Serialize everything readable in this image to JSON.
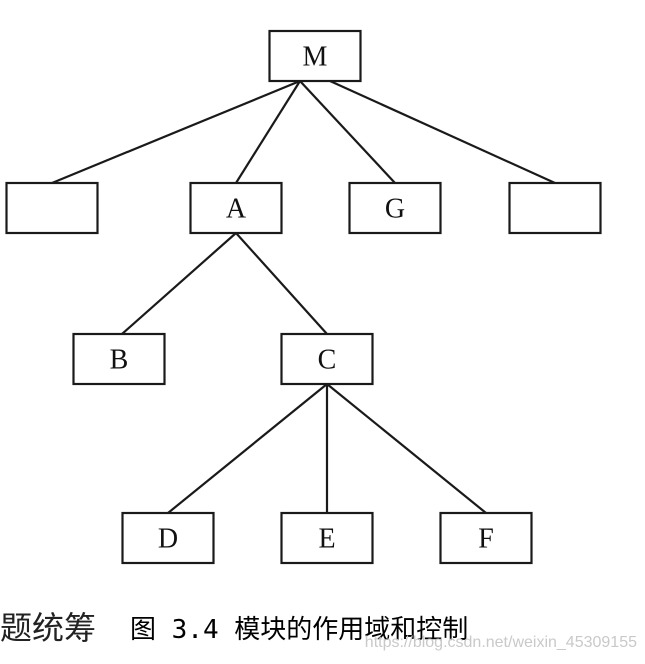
{
  "nodes": [
    {
      "id": "M",
      "label": "M"
    },
    {
      "id": "blank_left",
      "label": ""
    },
    {
      "id": "A",
      "label": "A"
    },
    {
      "id": "G",
      "label": "G"
    },
    {
      "id": "blank_right",
      "label": ""
    },
    {
      "id": "B",
      "label": "B"
    },
    {
      "id": "C",
      "label": "C"
    },
    {
      "id": "D",
      "label": "D"
    },
    {
      "id": "E",
      "label": "E"
    },
    {
      "id": "F",
      "label": "F"
    }
  ],
  "edges": [
    [
      "M",
      "blank_left"
    ],
    [
      "M",
      "A"
    ],
    [
      "M",
      "G"
    ],
    [
      "M",
      "blank_right"
    ],
    [
      "A",
      "B"
    ],
    [
      "A",
      "C"
    ],
    [
      "C",
      "D"
    ],
    [
      "C",
      "E"
    ],
    [
      "C",
      "F"
    ]
  ],
  "caption": {
    "left_fragment": "题统筹",
    "figure_label": "图 3.4  模块的作用域和控制"
  },
  "watermark": "https://blog.csdn.net/weixin_45309155"
}
